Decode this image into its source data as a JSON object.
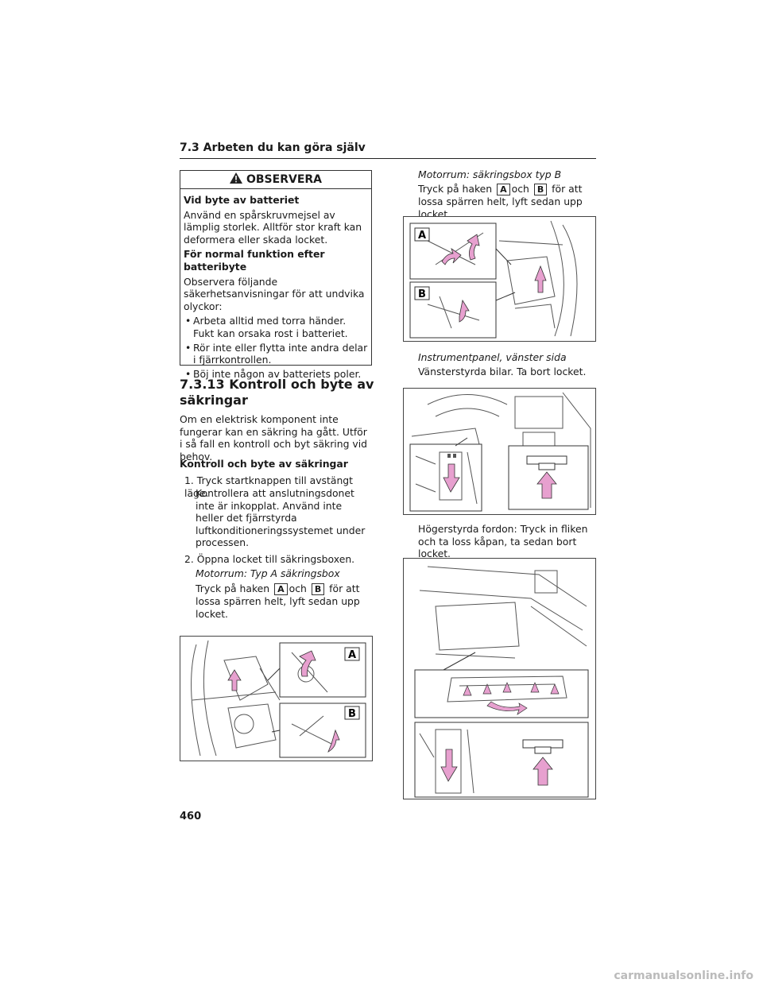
{
  "header": {
    "section": "7.3  Arbeten du kan göra själv"
  },
  "warning": {
    "title": "OBSERVERA",
    "sub1": "Vid byte av batteriet",
    "p1": "Använd en spårskruvmejsel av lämplig storlek. Alltför stor kraft kan deformera eller skada locket.",
    "sub2": "För normal funktion efter batteribyte",
    "p2": "Observera följande säkerhetsanvisningar för att undvika olyckor:",
    "bullets": [
      "Arbeta alltid med torra händer. Fukt kan orsaka rost i batteriet.",
      "Rör inte eller flytta inte andra delar i fjärrkontrollen.",
      "Böj inte någon av batteriets poler."
    ]
  },
  "section": {
    "title": "7.3.13  Kontroll och byte av säkringar",
    "intro": "Om en elektrisk komponent inte fungerar kan en säkring ha gått. Utför i så fall en kontroll och byt säkring vid behov.",
    "subheading": "Kontroll och byte av säkringar",
    "step1": "1. Tryck startknappen till avstängt läge.",
    "step1_note": "Kontrollera att anslutningsdonet inte är inkopplat. Använd inte heller det fjärrstyrda luftkonditioneringssystemet under processen.",
    "step2": "2. Öppna locket till säkringsboxen.",
    "typeA_label": "Motorrum: Typ A säkringsbox",
    "typeA_pre": "Tryck på haken",
    "typeA_mid": "och",
    "typeA_post": "för att lossa spärren helt, lyft sedan upp locket."
  },
  "right": {
    "typeB_label": "Motorrum: säkringsbox typ B",
    "typeB_pre": "Tryck på haken",
    "typeB_mid": "och",
    "typeB_post": "för att lossa spärren helt, lyft sedan upp locket.",
    "panel_label": "Instrumentpanel, vänster sida",
    "lhd": "Vänsterstyrda bilar. Ta bort locket.",
    "rhd": "Högerstyrda fordon: Tryck in fliken och ta loss kåpan, ta sedan bort locket."
  },
  "labels": {
    "a": "A",
    "b": "B"
  },
  "page_number": "460",
  "footer": "carmanualsonline.info",
  "colors": {
    "arrow": "#e7a0cf",
    "line": "#333333"
  }
}
